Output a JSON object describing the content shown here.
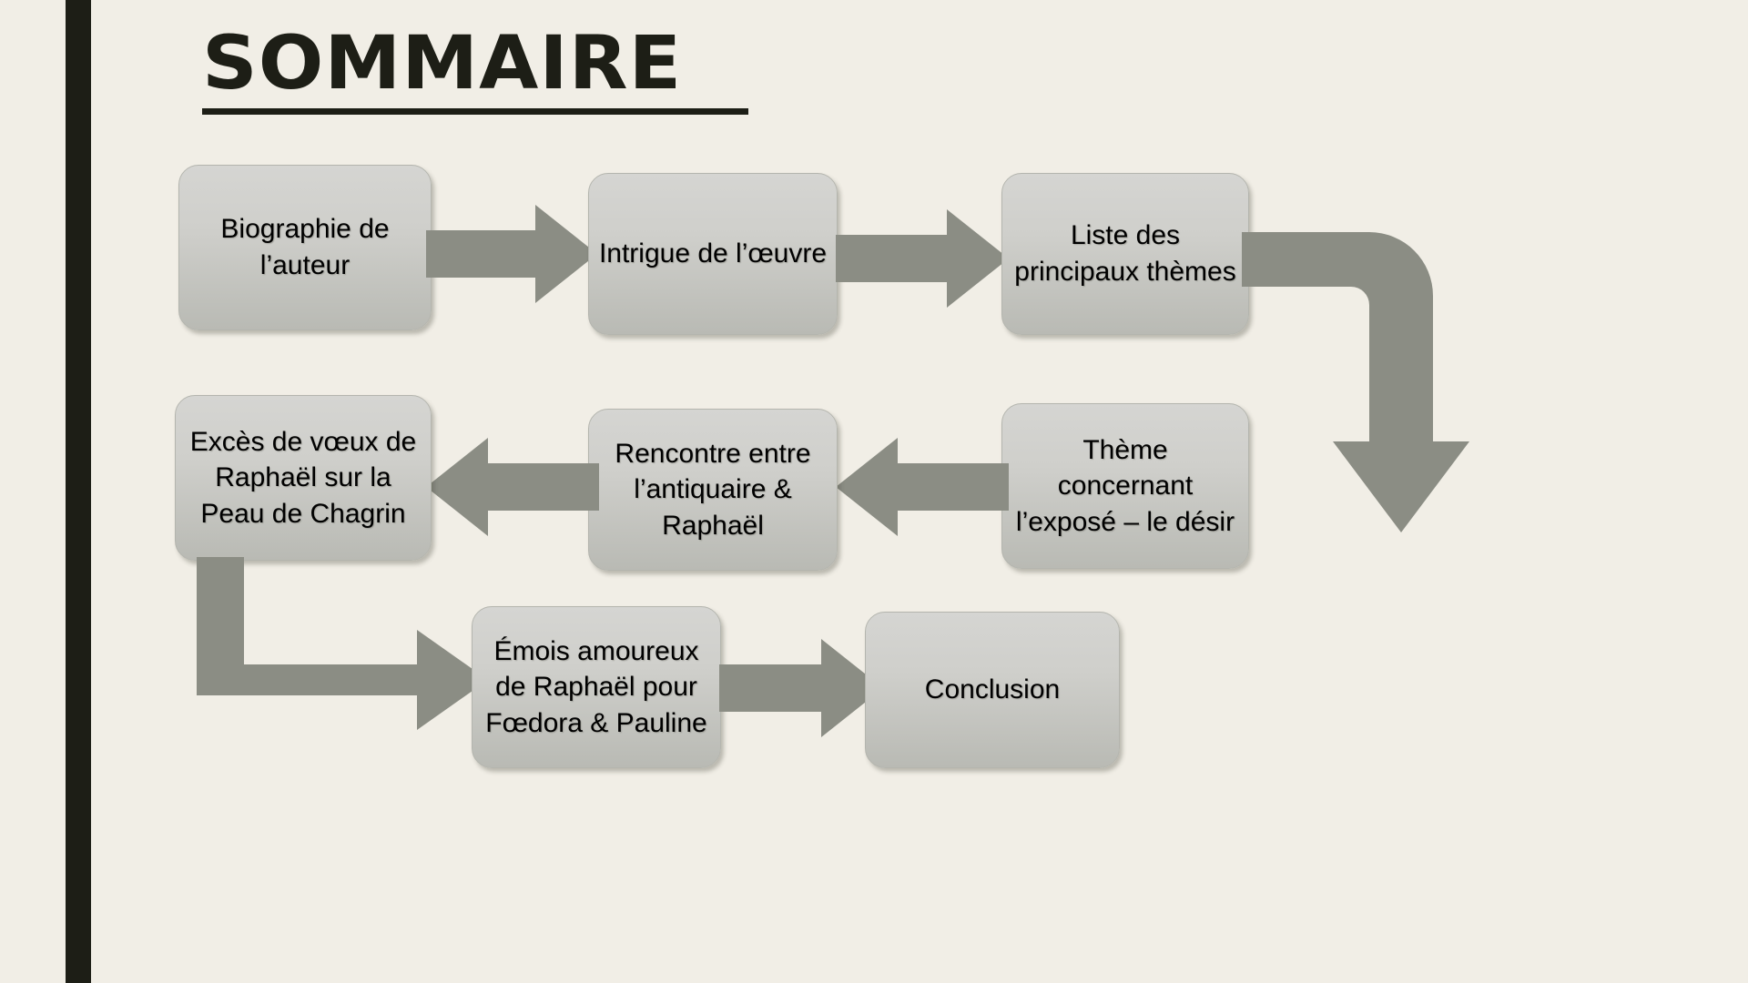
{
  "slide": {
    "title": "SOMMAIRE",
    "background_color": "#f1eee6",
    "accent_bar_color": "#1d1e16",
    "box_fill_color": "#cfcfcb",
    "arrow_color": "#8b8d84",
    "text_color": "#000000"
  },
  "flow": {
    "nodes": [
      {
        "id": "n1",
        "label": "Biographie de l’auteur",
        "row": 1,
        "order": 1
      },
      {
        "id": "n2",
        "label": "Intrigue de l’œuvre",
        "row": 1,
        "order": 2
      },
      {
        "id": "n3",
        "label": "Liste des principaux thèmes",
        "row": 1,
        "order": 3
      },
      {
        "id": "n4",
        "label": "Thème concernant l’exposé – le désir",
        "row": 2,
        "order": 1
      },
      {
        "id": "n5",
        "label": "Rencontre entre l’antiquaire & Raphaël",
        "row": 2,
        "order": 2
      },
      {
        "id": "n6",
        "label": "Excès de vœux de Raphaël sur la Peau de Chagrin",
        "row": 2,
        "order": 3
      },
      {
        "id": "n7",
        "label": "Émois amoureux de Raphaël pour Fœdora & Pauline",
        "row": 3,
        "order": 1
      },
      {
        "id": "n8",
        "label": "Conclusion",
        "row": 3,
        "order": 2
      }
    ],
    "connectors": [
      {
        "from": "n1",
        "to": "n2",
        "kind": "arrow-right"
      },
      {
        "from": "n2",
        "to": "n3",
        "kind": "arrow-right"
      },
      {
        "from": "n3",
        "to": "n4",
        "kind": "u-turn-down-left"
      },
      {
        "from": "n4",
        "to": "n5",
        "kind": "arrow-left"
      },
      {
        "from": "n5",
        "to": "n6",
        "kind": "arrow-left"
      },
      {
        "from": "n6",
        "to": "n7",
        "kind": "elbow-down-right"
      },
      {
        "from": "n7",
        "to": "n8",
        "kind": "arrow-right"
      }
    ]
  }
}
